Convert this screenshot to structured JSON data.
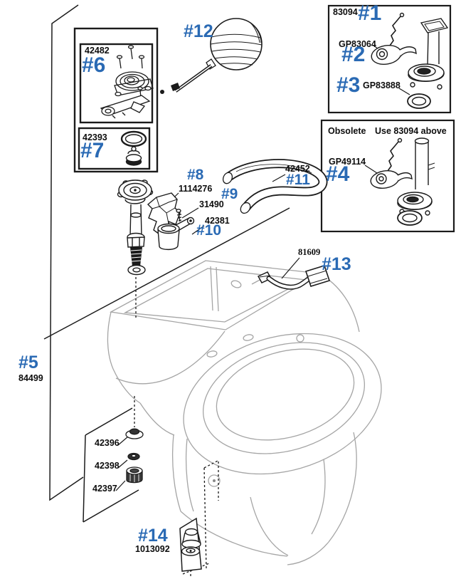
{
  "colors": {
    "callout_blue": "#2a6ab4",
    "part_text": "#0d0d0d",
    "line_dark": "#1b1b1b",
    "toilet_gray": "#a5a5a5"
  },
  "inset_replacement": {
    "part_83094": "83094",
    "ref_1": "#1",
    "part_gp83064": "GP83064",
    "ref_2": "#2",
    "ref_3": "#3",
    "part_gp83888": "GP83888"
  },
  "inset_obsolete": {
    "note_obsolete": "Obsolete",
    "note_use": "Use 83094 above",
    "part_gp49114": "GP49114",
    "ref_4": "#4"
  },
  "inset_trip_lever": {
    "part_42482": "42482",
    "ref_6": "#6"
  },
  "inset_tank_gasket": {
    "part_42393": "42393",
    "ref_7": "#7"
  },
  "callouts": {
    "ref_5": "#5",
    "part_84499": "84499",
    "ref_8": "#8",
    "part_1114276": "1114276",
    "ref_9": "#9",
    "part_31490": "31490",
    "ref_10": "#10",
    "part_42381": "42381",
    "ref_11": "#11",
    "part_42452": "42452",
    "ref_12": "#12",
    "ref_13": "#13",
    "part_81609": "81609",
    "ref_14": "#14",
    "part_1013092": "1013092",
    "part_42396": "42396",
    "part_42398": "42398",
    "part_42397": "42397"
  }
}
